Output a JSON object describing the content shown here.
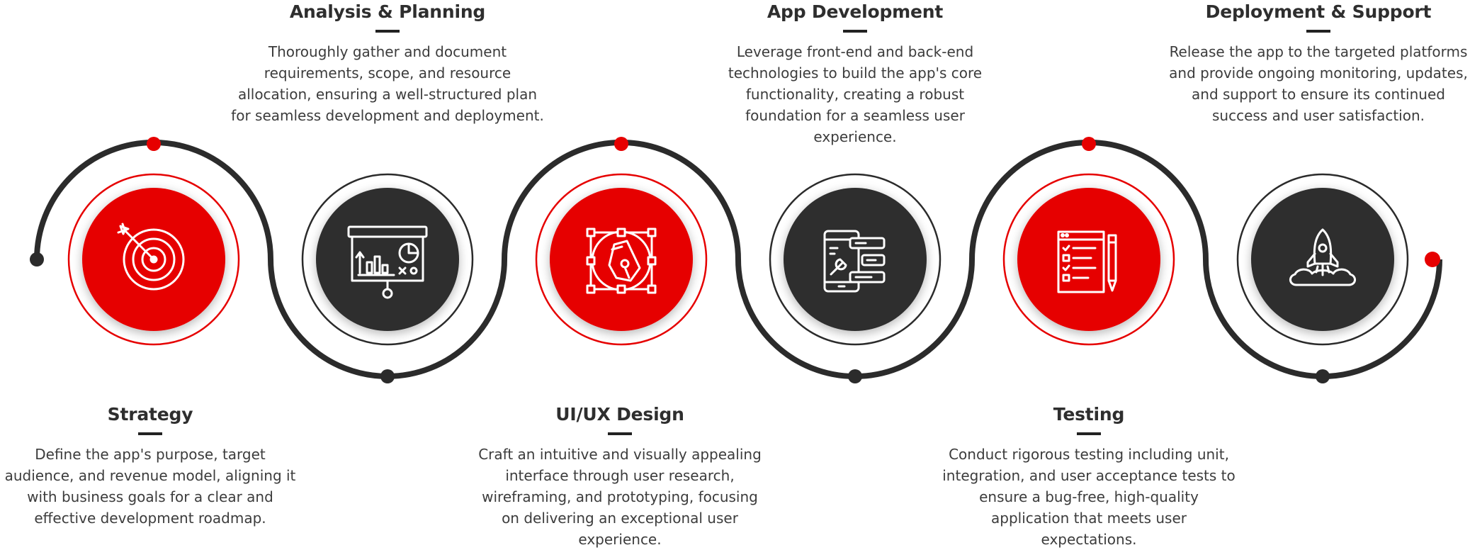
{
  "colors": {
    "red": "#e60000",
    "dark": "#2e2e2e",
    "track": "#2b2b2b",
    "text": "#333333"
  },
  "stages": [
    {
      "title": "Strategy",
      "description": "Define the app's purpose, target audience, and revenue model, aligning it with business goals for a clear and effective development roadmap.",
      "icon": "target-icon",
      "color": "red",
      "text_position": "below"
    },
    {
      "title": "Analysis & Planning",
      "description": "Thoroughly gather and document requirements, scope, and resource allocation, ensuring a well-structured plan for seamless development and deployment.",
      "icon": "presentation-chart-icon",
      "color": "dark",
      "text_position": "above"
    },
    {
      "title": "UI/UX Design",
      "description": "Craft an intuitive and visually appealing interface through user research, wireframing, and prototyping, focusing on delivering an exceptional user experience.",
      "icon": "pen-tool-icon",
      "color": "red",
      "text_position": "below"
    },
    {
      "title": "App Development",
      "description": "Leverage front-end and back-end technologies to build the app's core functionality, creating a robust foundation for a seamless user experience.",
      "icon": "mobile-development-icon",
      "color": "dark",
      "text_position": "above"
    },
    {
      "title": "Testing",
      "description": "Conduct rigorous testing including unit, integration, and user acceptance tests to ensure a bug-free, high-quality application that meets user expectations.",
      "icon": "checklist-icon",
      "color": "red",
      "text_position": "below"
    },
    {
      "title": "Deployment & Support",
      "description": "Release the app to the targeted platforms and provide ongoing monitoring, updates, and support to ensure its continued success and user satisfaction.",
      "icon": "rocket-launch-icon",
      "color": "dark",
      "text_position": "above"
    }
  ]
}
